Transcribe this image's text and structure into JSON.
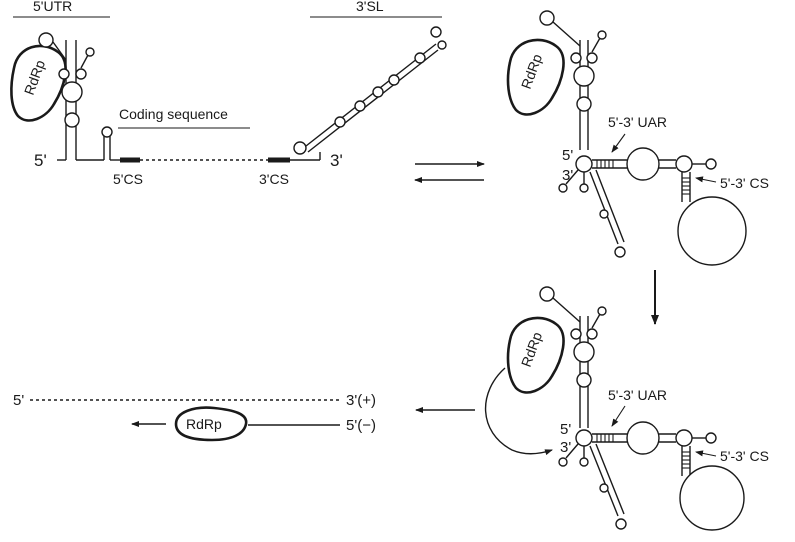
{
  "labels": {
    "utr5": "5'UTR",
    "sl3": "3'SL",
    "coding": "Coding sequence",
    "cs5": "5'CS",
    "cs3": "3'CS",
    "end5": "5'",
    "end3": "3'",
    "uar": "5'-3' UAR",
    "cs53": "5'-3' CS",
    "rdrp": "RdRp",
    "plus5": "5'",
    "plus3": "3'(+)",
    "minus5": "5'(−)"
  }
}
